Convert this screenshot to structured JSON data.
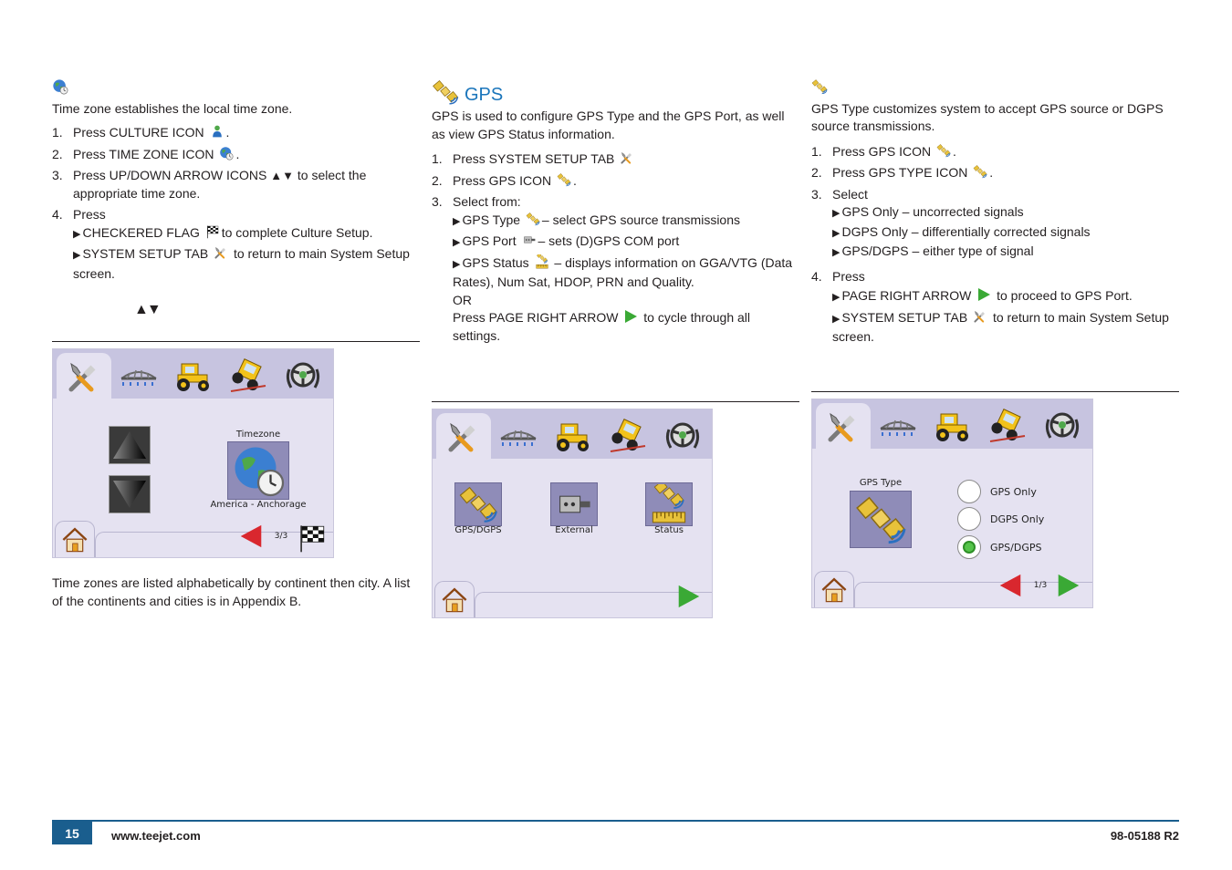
{
  "colors": {
    "accent": "#1a75bb",
    "footer": "#1a5e8e",
    "screen_bg": "#e5e2f1",
    "tab_bar": "#c7c4e0"
  },
  "left": {
    "intro": "Time zone establishes the local time zone.",
    "step1_pre": "Press CULTURE ICON",
    "step1_post": ".",
    "step2_pre": "Press TIME ZONE ICON",
    "step2_post": ".",
    "step3_pre": "Press UP/DOWN ARROW ICONS",
    "step3_post": "to select the appropriate time zone.",
    "step4": "Press",
    "sub1_pre": "CHECKERED FLAG",
    "sub1_post": "to complete Culture Setup.",
    "sub2_pre": "SYSTEM SETUP TAB",
    "sub2_post": "to return to main System Setup screen.",
    "caption": "Time zones are listed alphabetically by continent then city. A list of the continents and cities is in Appendix B.",
    "screen": {
      "label": "Timezone",
      "value": "America - Anchorage",
      "page": "3/3"
    }
  },
  "middle": {
    "title": "GPS",
    "intro": "GPS is used to configure GPS Type and the GPS Port, as well as view GPS Status information.",
    "step1": "Press SYSTEM SETUP TAB",
    "step2_pre": "Press GPS ICON",
    "step2_post": ".",
    "step3": "Select from:",
    "sub1_pre": "GPS Type",
    "sub1_post": "– select GPS source transmissions",
    "sub2_pre": "GPS Port",
    "sub2_post": "– sets (D)GPS COM port",
    "sub3_pre": "GPS Status",
    "sub3_post": "– displays information on GGA/VTG (Data Rates), Num Sat, HDOP, PRN and Quality.",
    "or": "OR",
    "alt_pre": "Press PAGE RIGHT ARROW",
    "alt_post": "to cycle through all settings.",
    "screen": {
      "tile1": "GPS/DGPS",
      "tile2": "External",
      "tile3": "Status"
    }
  },
  "right": {
    "intro": "GPS Type customizes system to accept GPS source or DGPS source transmissions.",
    "step1_pre": "Press GPS ICON",
    "step1_post": ".",
    "step2_pre": "Press GPS TYPE ICON",
    "step2_post": ".",
    "step3": "Select",
    "sub1": "GPS Only – uncorrected signals",
    "sub2": "DGPS Only – differentially corrected signals",
    "sub3": "GPS/DGPS – either type of signal",
    "step4": "Press",
    "sub4_pre": "PAGE RIGHT ARROW",
    "sub4_post": "to proceed to GPS Port.",
    "sub5_pre": "SYSTEM SETUP TAB",
    "sub5_post": "to return to main System Setup screen.",
    "screen": {
      "label": "GPS Type",
      "opt1": "GPS Only",
      "opt2": "DGPS Only",
      "opt3": "GPS/DGPS",
      "page": "1/3"
    }
  },
  "footer": {
    "page": "15",
    "url": "www.teejet.com",
    "doc": "98-05188 R2"
  }
}
